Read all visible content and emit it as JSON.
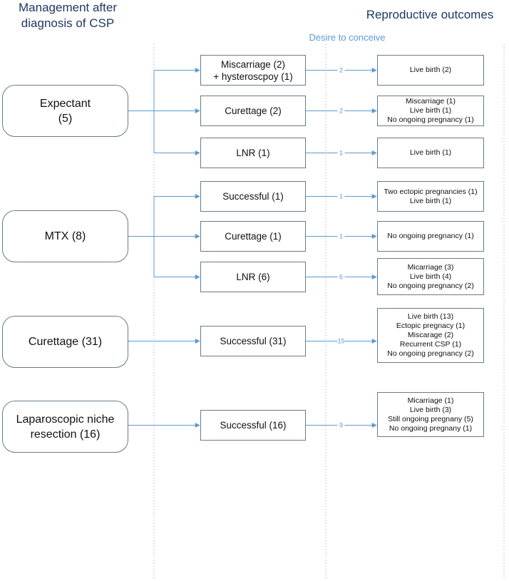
{
  "headings": {
    "management": [
      "Management after",
      "diagnosis of CSP"
    ],
    "outcomes": "Reproductive outcomes",
    "desire": "Desire to conceive"
  },
  "colors": {
    "connector": "#5b9bd5",
    "heading": "#1f3864",
    "border": "#6b7a8c"
  },
  "groups": [
    {
      "management": [
        "Expectant",
        "(5)"
      ],
      "branches": [
        {
          "result": [
            "Miscarriage  (2)",
            "+ hysteroscpoy (1)"
          ],
          "count": "2",
          "outcomes": [
            "Live birth (2)"
          ]
        },
        {
          "result": [
            "Curettage (2)"
          ],
          "count": "2",
          "outcomes": [
            "Miscarriage (1)",
            "Live birth (1)",
            "No ongoing pregnancy (1)"
          ]
        },
        {
          "result": [
            "LNR (1)"
          ],
          "count": "1",
          "outcomes": [
            "Live birth (1)"
          ]
        }
      ]
    },
    {
      "management": [
        "MTX (8)"
      ],
      "branches": [
        {
          "result": [
            "Successful  (1)"
          ],
          "count": "1",
          "outcomes": [
            "Two ectopic pregnancies (1)",
            "Live birth  (1)"
          ]
        },
        {
          "result": [
            "Curettage (1)"
          ],
          "count": "1",
          "outcomes": [
            "No ongoing pregnancy (1)"
          ]
        },
        {
          "result": [
            "LNR (6)"
          ],
          "count": "6",
          "outcomes": [
            "Micarriage (3)",
            "Live birth (4)",
            "No ongoing pregnancy (2)"
          ]
        }
      ]
    },
    {
      "management": [
        "Curettage (31)"
      ],
      "branches": [
        {
          "result": [
            "Successful (31)"
          ],
          "count": "15",
          "outcomes": [
            "Live birth (13)",
            "Ectopic pregnacy (1)",
            "Miscarage (2)",
            "Recurrent CSP (1)",
            "No ongoing pregnancy (2)"
          ]
        }
      ]
    },
    {
      "management": [
        "Laparoscopic niche",
        "resection (16)"
      ],
      "branches": [
        {
          "result": [
            "Successful (16)"
          ],
          "count": "9",
          "outcomes": [
            "Micarriage (1)",
            "Live birth (3)",
            "Still ongoing pregnany (5)",
            "No ongoing pregnany (1)"
          ]
        }
      ]
    }
  ]
}
